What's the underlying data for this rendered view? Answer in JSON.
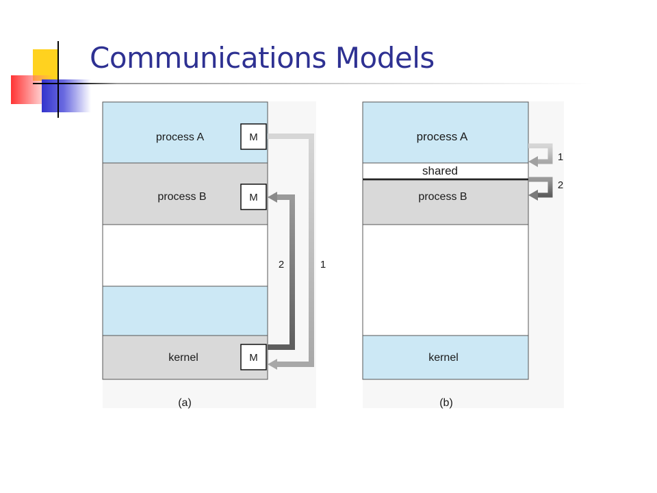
{
  "slide": {
    "title": "Communications Models"
  },
  "diagram_a": {
    "caption": "(a)",
    "process_a": "process A",
    "process_b": "process B",
    "kernel": "kernel",
    "message_box": "M",
    "arrow_1_label": "1",
    "arrow_2_label": "2"
  },
  "diagram_b": {
    "caption": "(b)",
    "process_a": "process A",
    "shared": "shared",
    "process_b": "process B",
    "kernel": "kernel",
    "arrow_1_label": "1",
    "arrow_2_label": "2"
  },
  "colors": {
    "title": "#2e3192",
    "process_region": "#cce8f5",
    "gray_region": "#d9d9d9",
    "arrow_light": "#c4c4c4",
    "arrow_dark": "#7a7a7a"
  }
}
